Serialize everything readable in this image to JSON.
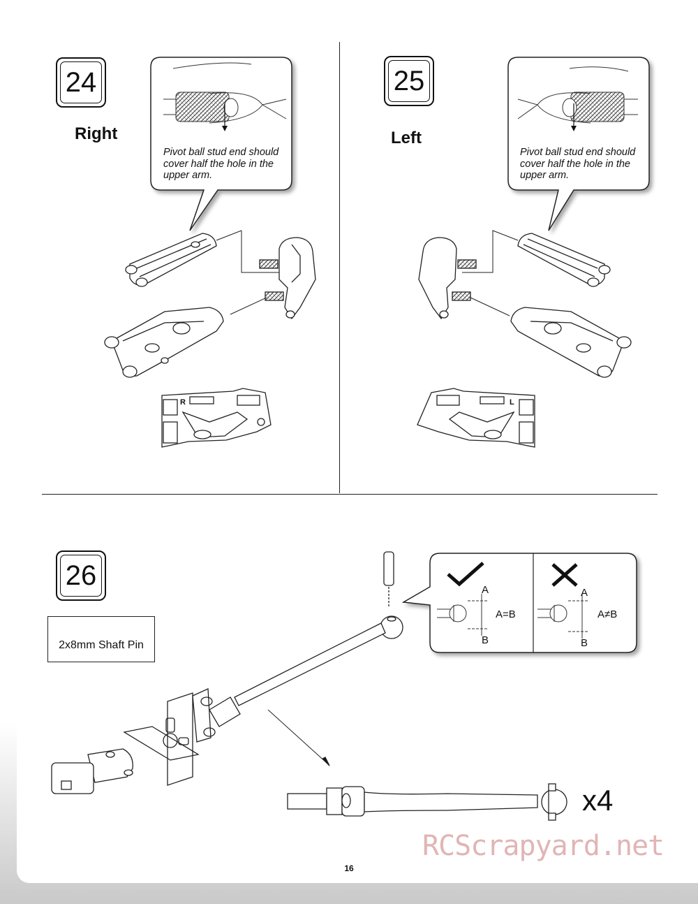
{
  "steps": [
    {
      "number": "24",
      "side": "Right",
      "note": "Pivot ball stud end should\ncover half the hole in the\nupper arm.",
      "part_mark": "R"
    },
    {
      "number": "25",
      "side": "Left",
      "note": "Pivot ball stud end should\ncover half the hole in the\nupper arm.",
      "part_mark": "L"
    },
    {
      "number": "26",
      "part": "2x8mm Shaft Pin",
      "quantity": "x4",
      "check": {
        "label_a": "A",
        "label_b": "B",
        "correct": "A=B",
        "incorrect": "A≠B"
      }
    }
  ],
  "page_number": "16",
  "watermark": "RCScrapyard.net"
}
